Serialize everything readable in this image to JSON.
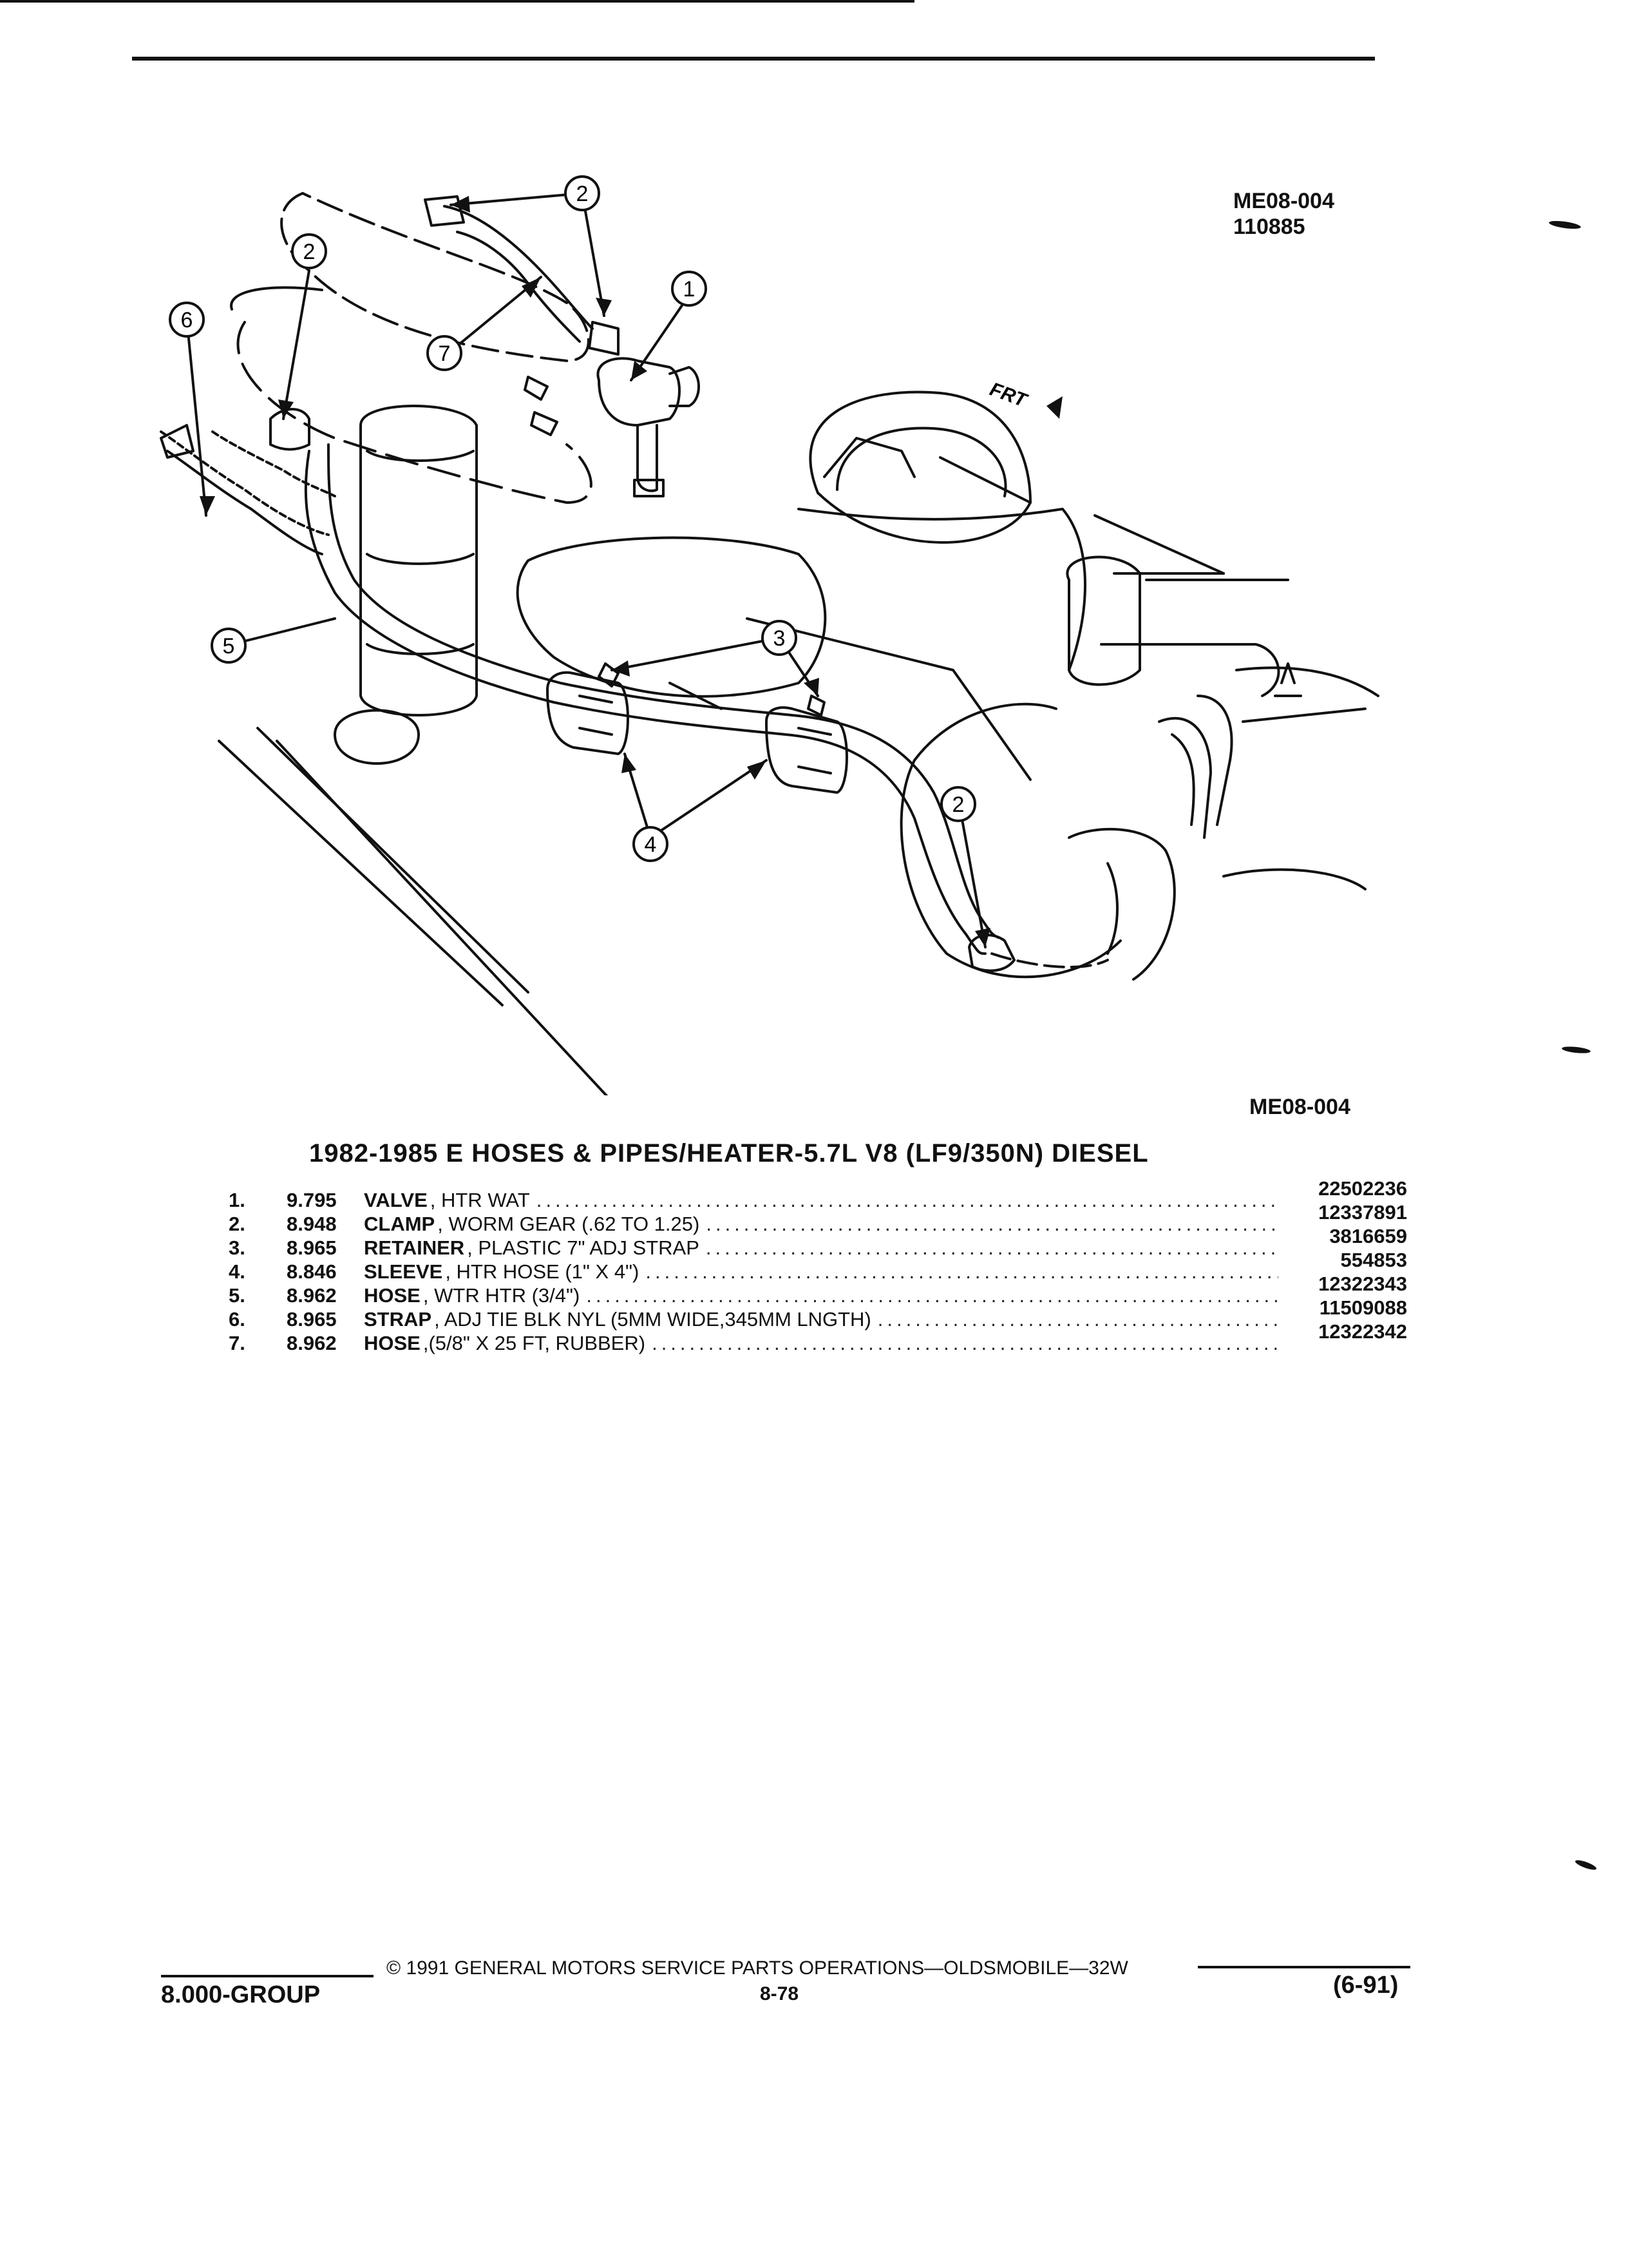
{
  "figure": {
    "ref_top": "ME08-004",
    "ref_date": "110885",
    "ref_bottom": "ME08-004",
    "front_label": "FRT",
    "callouts": [
      "1",
      "2",
      "3",
      "4",
      "5",
      "6",
      "7"
    ]
  },
  "title": "1982-1985 E HOSES & PIPES/HEATER-5.7L V8 (LF9/350N) DIESEL",
  "parts": [
    {
      "num": "1.",
      "code": "9.795",
      "name": "VALVE",
      "desc": ", HTR WAT",
      "pn": "22502236"
    },
    {
      "num": "2.",
      "code": "8.948",
      "name": "CLAMP",
      "desc": ", WORM GEAR (.62 TO 1.25)",
      "pn": "12337891"
    },
    {
      "num": "3.",
      "code": "8.965",
      "name": "RETAINER",
      "desc": ", PLASTIC 7\" ADJ STRAP",
      "pn": "3816659"
    },
    {
      "num": "4.",
      "code": "8.846",
      "name": "SLEEVE",
      "desc": ", HTR HOSE (1\" X 4\")",
      "pn": "554853"
    },
    {
      "num": "5.",
      "code": "8.962",
      "name": "HOSE",
      "desc": ", WTR HTR (3/4\")",
      "pn": "12322343"
    },
    {
      "num": "6.",
      "code": "8.965",
      "name": "STRAP",
      "desc": ", ADJ TIE BLK NYL (5MM WIDE,345MM LNGTH)",
      "pn": "11509088"
    },
    {
      "num": "7.",
      "code": "8.962",
      "name": "HOSE",
      "desc": ",(5/8\" X 25 FT, RUBBER)",
      "pn": "12322342"
    }
  ],
  "footer": {
    "copyright": "© 1991 GENERAL MOTORS SERVICE PARTS OPERATIONS—OLDSMOBILE—32W",
    "group": "8.000-GROUP",
    "page": "8-78",
    "revision": "(6-91)"
  },
  "dots": "......................................................................................................"
}
